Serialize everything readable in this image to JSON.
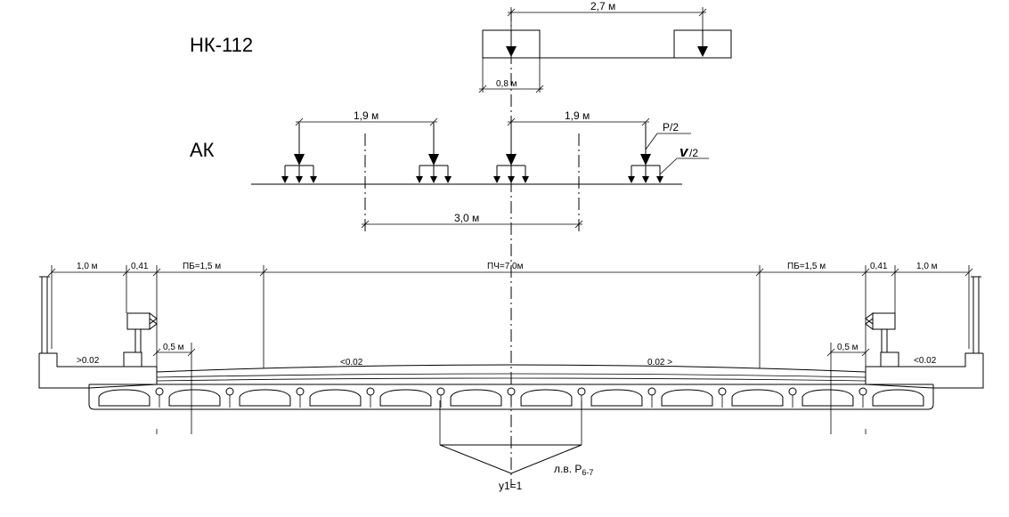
{
  "labels": {
    "nk": "НК-112",
    "ak": "АК",
    "nk_axle_spacing": "2,7 м",
    "nk_wheel_width": "0,8 м",
    "ak_left_spacing": "1,9 м",
    "ak_right_spacing": "1,9 м",
    "ak_gauge": "3,0 м",
    "p_half": "Р/2",
    "v_half_sym": "v",
    "v_half_rest": "/2",
    "sidewalk_left": "1,0 м",
    "curb_left": "0,41",
    "strip_left": "ПБ=1,5 м",
    "carriageway": "ПЧ=7,0м",
    "strip_right": "ПБ=1,5 м",
    "curb_right": "0,41",
    "sidewalk_right": "1,0 м",
    "offset_left": "0,5 м",
    "offset_right": "0,5 м",
    "slope_sw_left": "0.02",
    "slope_cw_left": "0.02",
    "slope_cw_right": "0.02",
    "slope_sw_right": "0.02",
    "influence_line": "л.в. Р",
    "influence_sub": "6-7",
    "ordinate": "у1=1"
  }
}
